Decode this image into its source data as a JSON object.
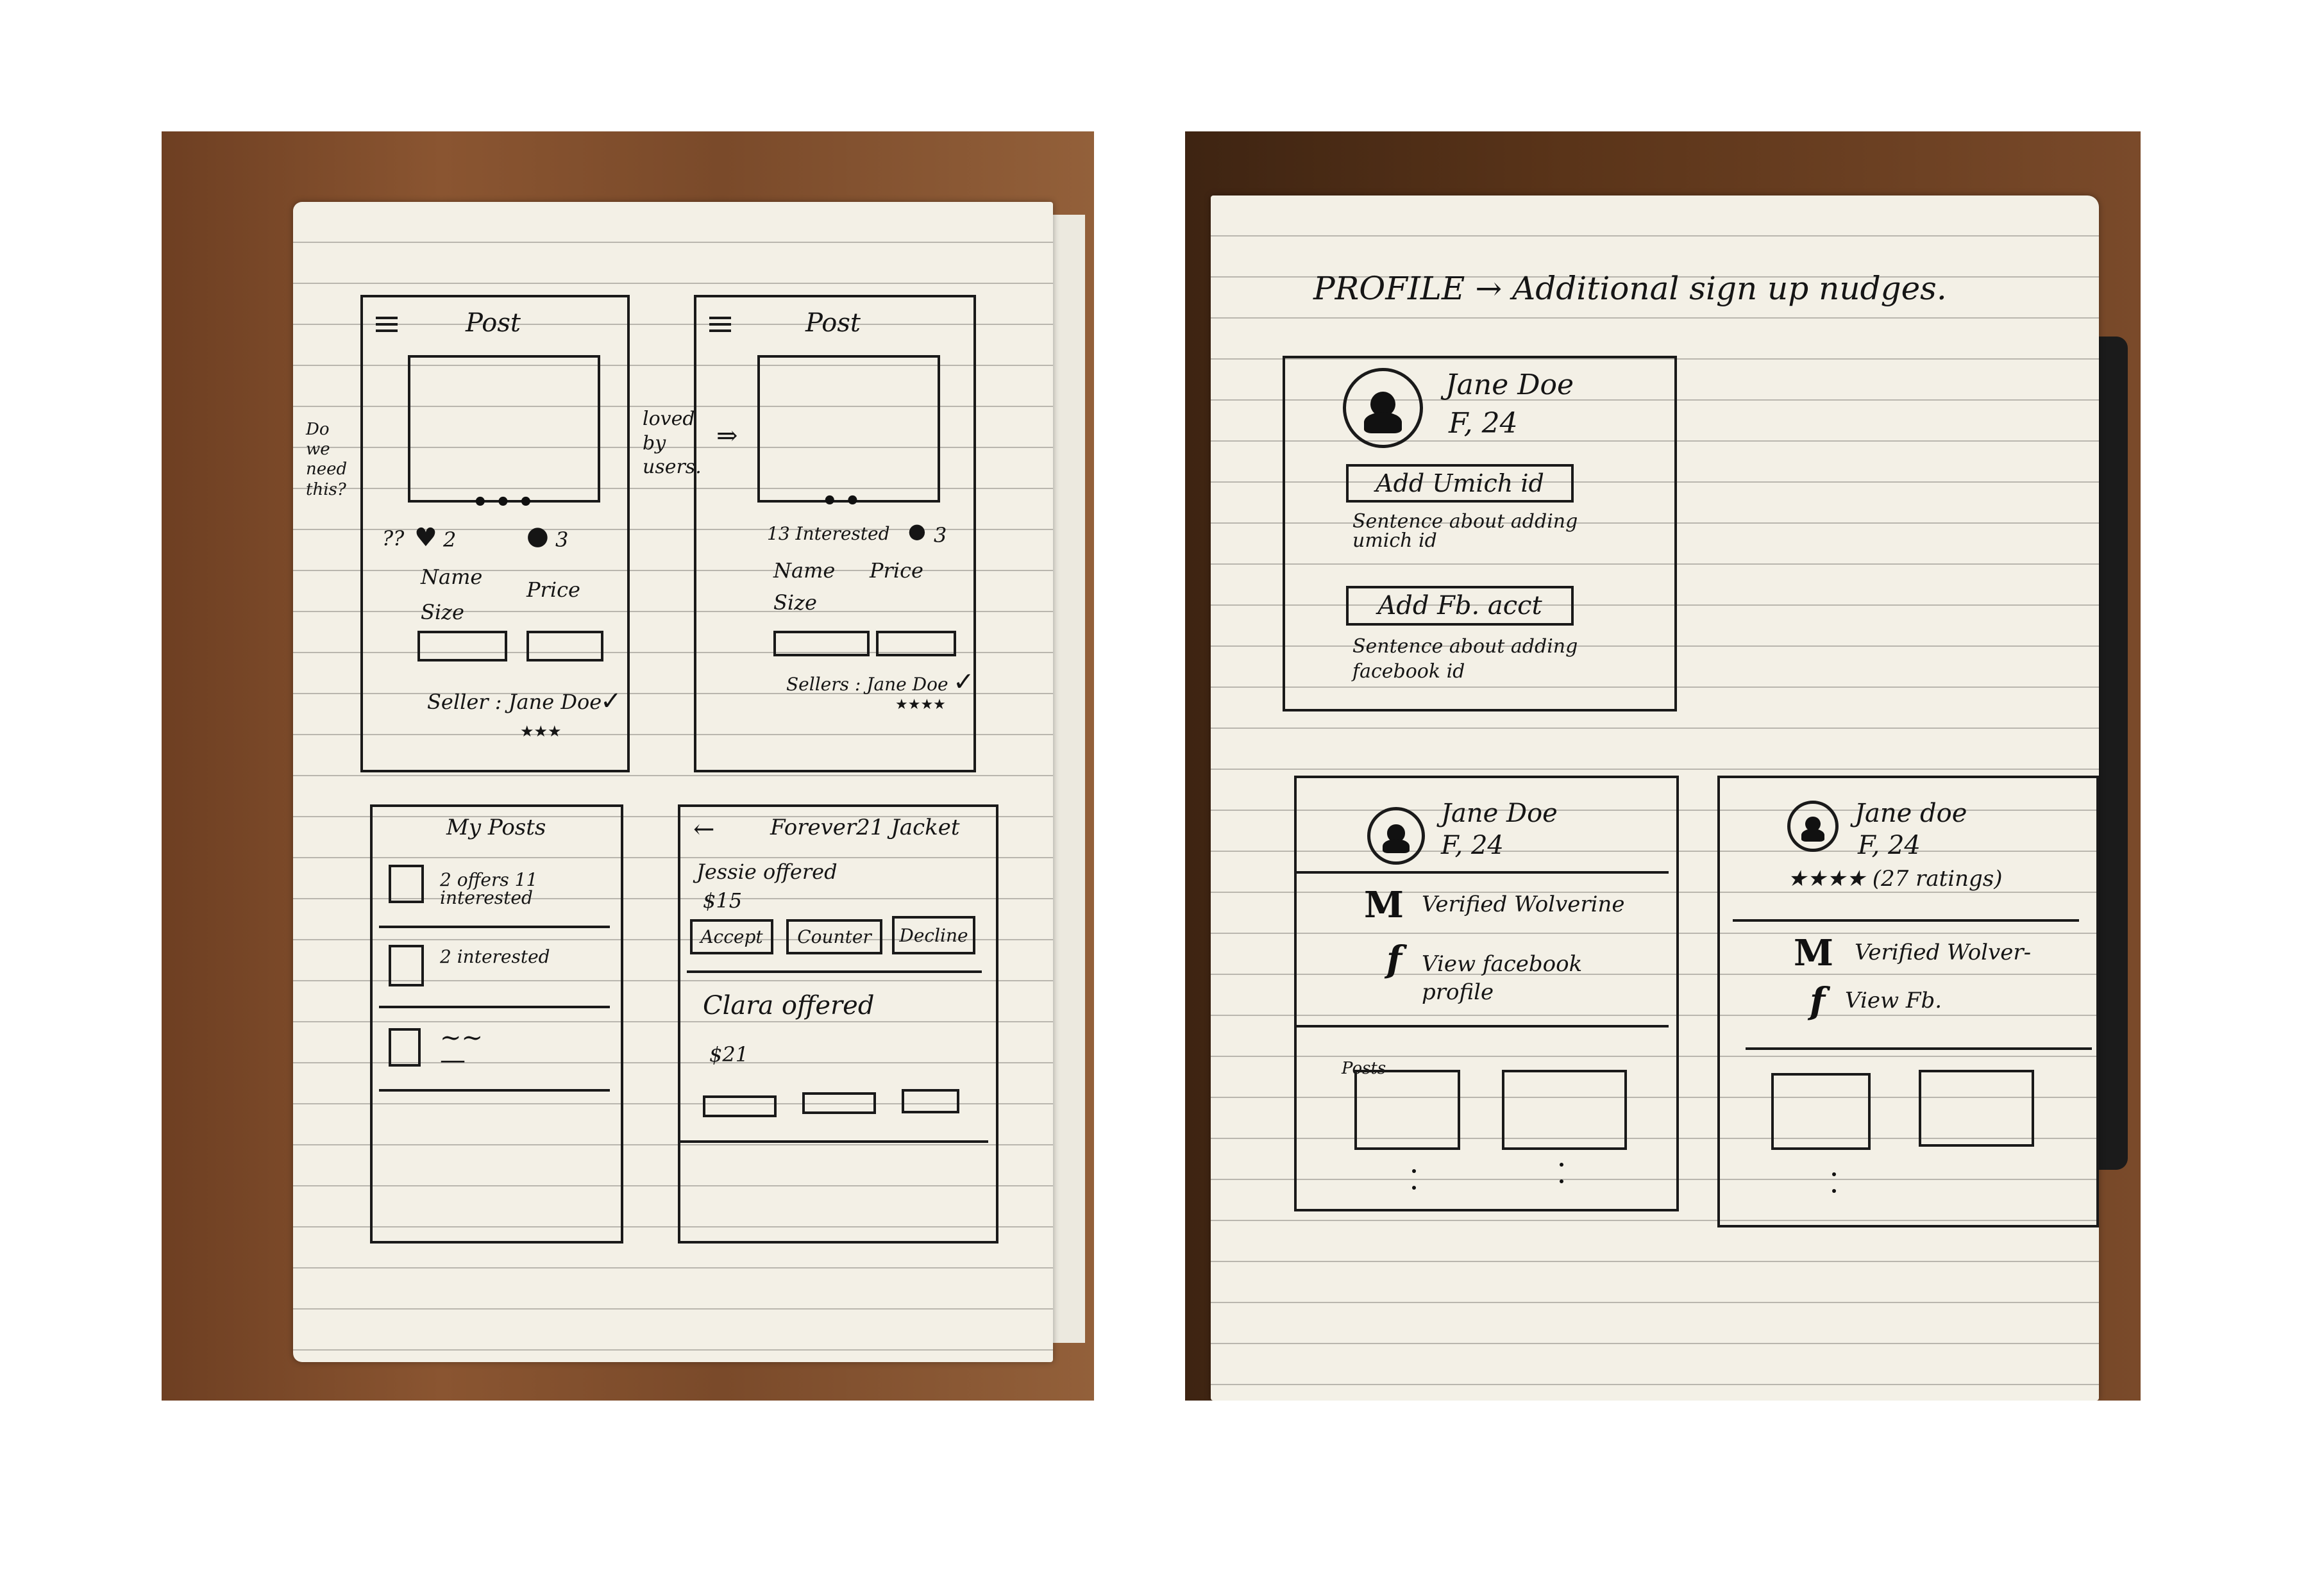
{
  "left_page": {
    "post_a": {
      "title": "Post",
      "side_note": "Do we need this?",
      "question": "??",
      "likes": "2",
      "comments": "3",
      "name": "Name",
      "size": "Size",
      "price": "Price",
      "seller": "Seller : Jane Doe",
      "rating": "★★★"
    },
    "post_b": {
      "title": "Post",
      "side_note": "loved by users.",
      "interested": "13 Interested",
      "comments": "3",
      "name": "Name",
      "size": "Size",
      "price": "Price",
      "seller": "Sellers : Jane Doe",
      "rating": "★★★★"
    },
    "my_posts": {
      "title": "My Posts",
      "items": [
        "2 offers 11 interested",
        "2 interested",
        ""
      ]
    },
    "offers": {
      "title": "Forever21 Jacket",
      "offer1_name": "Jessie offered",
      "offer1_amount": "$15",
      "accept": "Accept",
      "counter": "Counter",
      "decline": "Decline",
      "offer2_name": "Clara offered",
      "offer2_amount": "$21"
    }
  },
  "right_page": {
    "heading": "PROFILE → Additional sign up nudges.",
    "profile_a": {
      "name": "Jane Doe",
      "info": "F, 24",
      "umich_button": "Add Umich id",
      "umich_note": "Sentence about adding umich id",
      "fb_button": "Add Fb. acct",
      "fb_note": "Sentence about adding facebook id"
    },
    "profile_b": {
      "name": "Jane Doe",
      "info": "F, 24",
      "verified": "Verified Wolverine",
      "facebook": "View facebook profile",
      "posts": "Posts"
    },
    "profile_c": {
      "name": "Jane doe",
      "info": "F, 24",
      "ratings": "★★★★ (27 ratings)",
      "verified": "Verified Wolver-",
      "facebook": "View Fb."
    }
  },
  "icons": {
    "menu": "hamburger-icon",
    "heart": "heart-icon",
    "comment": "comment-icon",
    "check": "check-circle-icon",
    "back": "arrow-left-icon",
    "avatar": "person-icon",
    "umich": "block-m-icon",
    "fb": "facebook-f-icon"
  }
}
